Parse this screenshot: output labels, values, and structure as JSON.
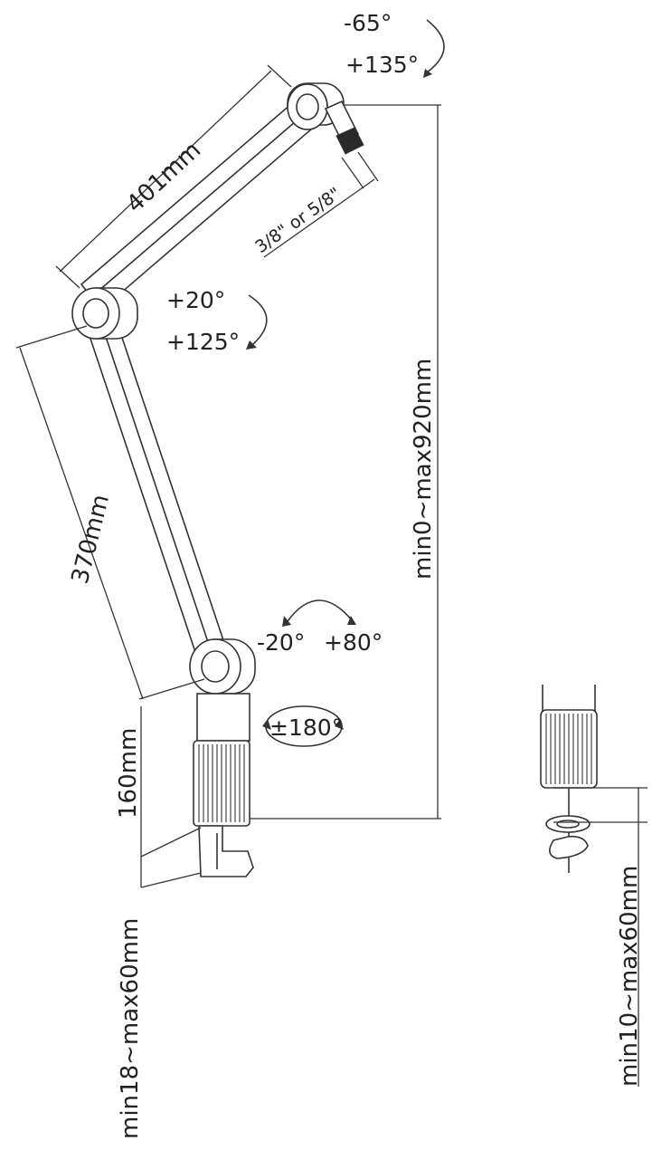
{
  "dimensions": {
    "upper_arm_length": "401mm",
    "lower_arm_length": "370mm",
    "pole_height": "160mm",
    "total_height": "min0~max920mm",
    "clamp_range": "min18~max60mm",
    "clamp_range_alt": "min10~max60mm",
    "thread_size": "3/8\" or 5/8\""
  },
  "angles": {
    "head_min": "-65°",
    "head_max": "+135°",
    "elbow_min": "+20°",
    "elbow_max": "+125°",
    "base_min": "-20°",
    "base_max": "+80°",
    "rotation": "±180°"
  },
  "colors": {
    "line": "#333333",
    "background": "#ffffff"
  }
}
